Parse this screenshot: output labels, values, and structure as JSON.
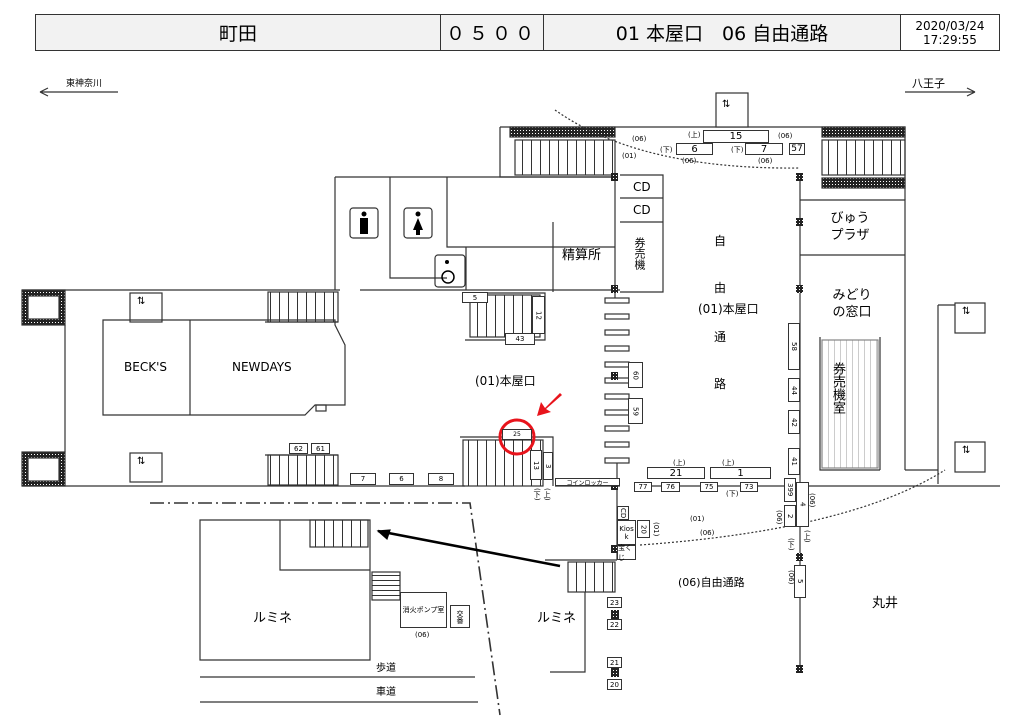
{
  "header": {
    "station": "町田",
    "code": "０５００",
    "exits": "01 本屋口　06 自由通路",
    "date": "2020/03/24",
    "time": "17:29:55"
  },
  "directions": {
    "west": "東神奈川",
    "east": "八王子"
  },
  "rooms": {
    "becks": "BECK'S",
    "newdays": "NEWDAYS",
    "seisan": "精算所",
    "kenbaiki": "券売機",
    "cd1": "CD",
    "cd2": "CD",
    "view_plaza": "びゅうプラザ",
    "midori": "みどりの窓口",
    "kenbaikishitsu": "券売機室",
    "lumine_left": "ルミネ",
    "lumine_right": "ルミネ",
    "marui": "丸井",
    "pump_room": "消火ポンプ室",
    "koban": "交番",
    "kiosk": "Kiosk",
    "takarakuji": "宝くじ",
    "coin_locker": "コインロッカー",
    "cd_small": "CD",
    "sidewalk": "歩道",
    "roadway": "車道"
  },
  "areas": {
    "honya": "(01)本屋口",
    "jiyu": "(06)自由通路",
    "corridor_chars": [
      "自",
      "由",
      "(01)本屋口",
      "通",
      "路"
    ]
  },
  "markers": {
    "up": "(上)",
    "down": "(下)",
    "exit01": "(01)",
    "exit06": "(06)"
  },
  "lockers": [
    "15",
    "6",
    "7",
    "57",
    "5",
    "12",
    "43",
    "62",
    "61",
    "7",
    "6",
    "8",
    "25",
    "13",
    "3",
    "60",
    "59",
    "58",
    "44",
    "42",
    "41",
    "21",
    "1",
    "77",
    "76",
    "75",
    "73",
    "399",
    "4",
    "2",
    "5",
    "20",
    "23",
    "22",
    "21",
    "20"
  ],
  "highlight": {
    "locker": "25",
    "color": "#e8141c"
  }
}
